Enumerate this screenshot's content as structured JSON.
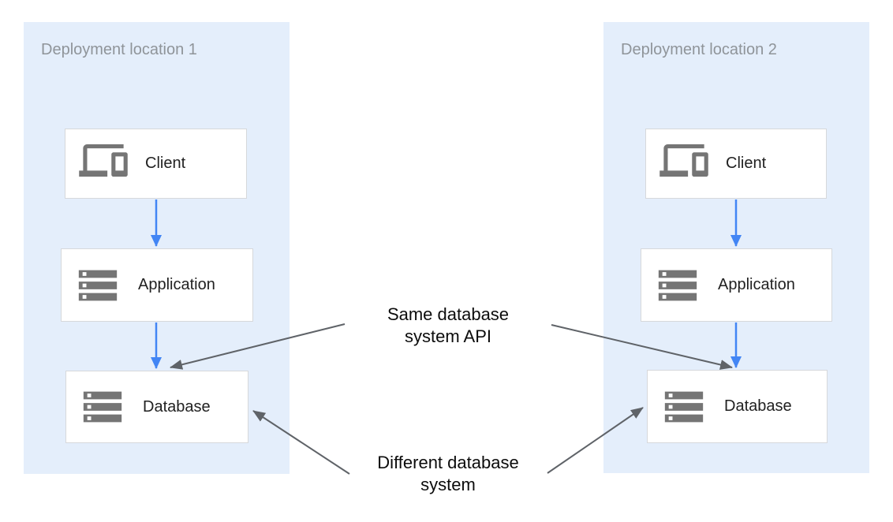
{
  "colors": {
    "region_fill": "#e4eefb",
    "region_title_text": "#8f9499",
    "node_border": "#d6d8db",
    "node_text": "#212121",
    "icon_gray": "#757575",
    "flow_arrow_blue": "#4285f4",
    "annotation_arrow_gray": "#5f6368",
    "annotation_text": "#0c0c0c"
  },
  "regions": [
    {
      "title": "Deployment location 1",
      "nodes": [
        {
          "label": "Client",
          "icon": "devices-icon"
        },
        {
          "label": "Application",
          "icon": "storage-icon"
        },
        {
          "label": "Database",
          "icon": "storage-icon"
        }
      ]
    },
    {
      "title": "Deployment location 2",
      "nodes": [
        {
          "label": "Client",
          "icon": "devices-icon"
        },
        {
          "label": "Application",
          "icon": "storage-icon"
        },
        {
          "label": "Database",
          "icon": "storage-icon"
        }
      ]
    }
  ],
  "annotations": [
    {
      "lines": [
        "Same database",
        "system API"
      ]
    },
    {
      "lines": [
        "Different database",
        "system"
      ]
    }
  ]
}
